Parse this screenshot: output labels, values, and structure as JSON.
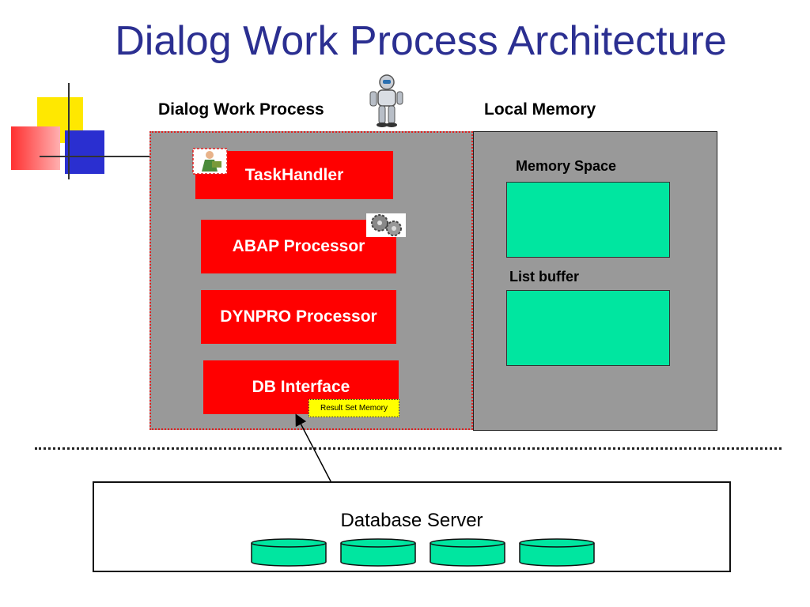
{
  "title": "Dialog Work Process Architecture",
  "headers": {
    "work_process": "Dialog Work Process",
    "local_memory": "Local Memory"
  },
  "processors": {
    "taskhandler": "TaskHandler",
    "abap": "ABAP Processor",
    "dynpro": "DYNPRO Processor",
    "db_interface": "DB Interface"
  },
  "result_set": "Result Set Memory",
  "memory": {
    "memory_space": "Memory Space",
    "list_buffer": "List buffer"
  },
  "database_server": "Database Server",
  "colors": {
    "title": "#2b2f91",
    "processor": "#ff0000",
    "memory_block": "#00e6a0",
    "panel": "#999999",
    "note": "#ffff00"
  },
  "icons": [
    "robot-icon",
    "person-icon",
    "gears-icon",
    "database-icon",
    "decorative-squares"
  ]
}
